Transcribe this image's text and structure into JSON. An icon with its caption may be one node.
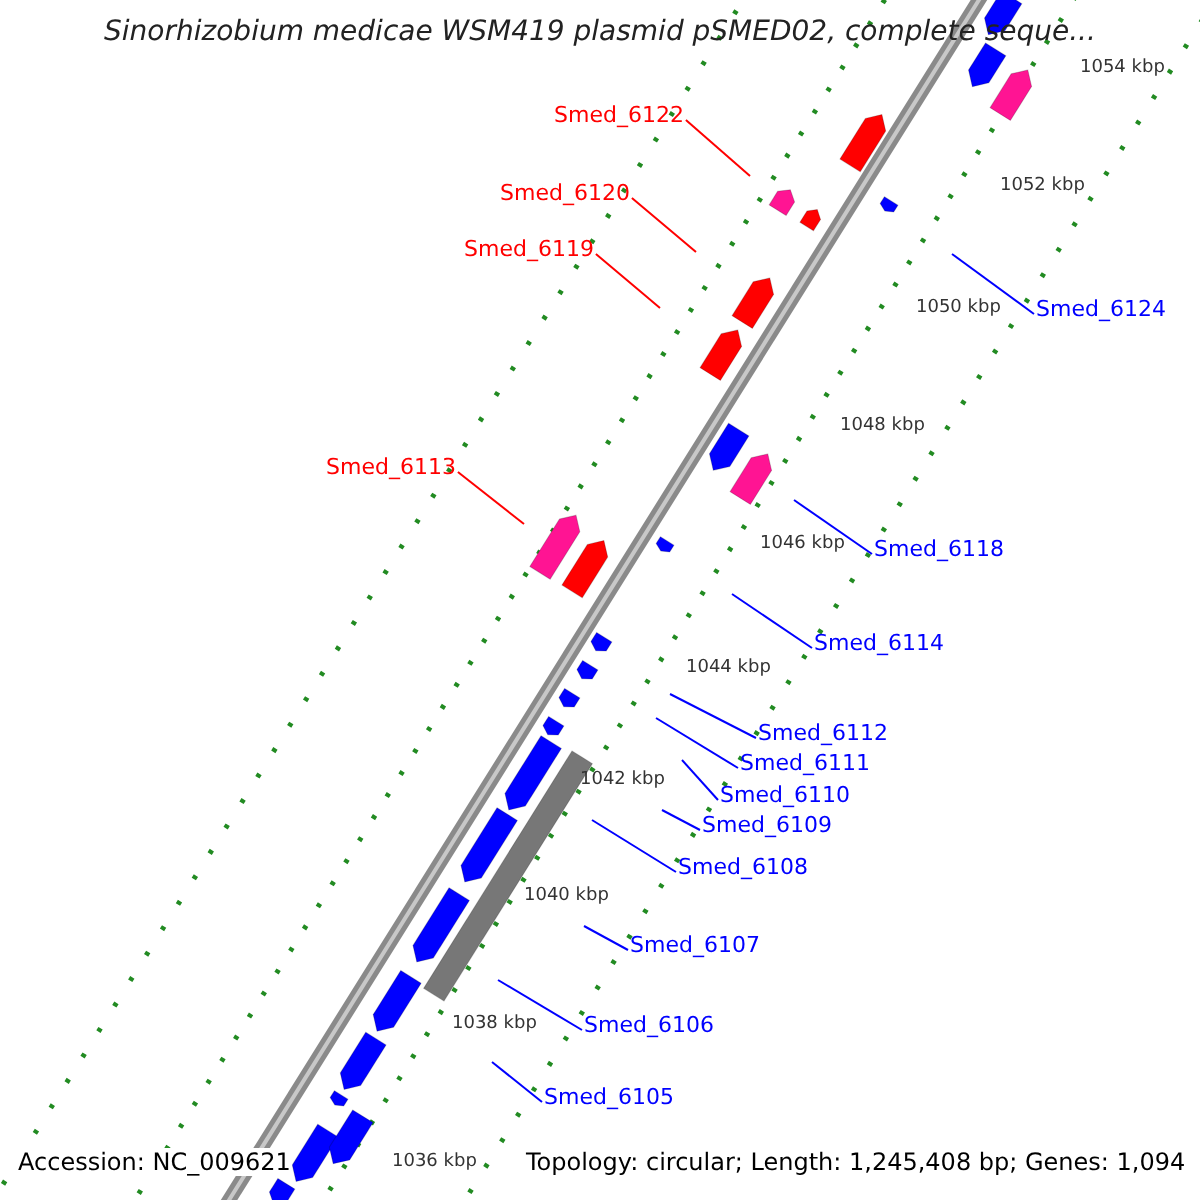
{
  "diagram": {
    "title": "Sinorhizobium medicae WSM419 plasmid pSMED02, complete seque...",
    "nodes": [
      {
        "text": [
          "Smed_6122"
        ]
      },
      {
        "text": [
          "Smed_6120"
        ]
      },
      {
        "text": [
          "Smed_6119"
        ]
      },
      {
        "text": [
          "Smed_6124"
        ]
      },
      {
        "text": [
          "Smed_6113"
        ]
      },
      {
        "text": [
          "Smed_6118"
        ]
      },
      {
        "text": [
          "Smed_6114"
        ]
      },
      {
        "text": [
          "Smed_6112"
        ]
      },
      {
        "text": [
          "Smed_6111"
        ]
      },
      {
        "text": [
          "Smed_6110"
        ]
      },
      {
        "text": [
          "Smed_6109"
        ]
      },
      {
        "text": [
          "Smed_6108"
        ]
      },
      {
        "text": [
          "Smed_6107"
        ]
      },
      {
        "text": [
          "Smed_6106"
        ]
      },
      {
        "text": [
          "Smed_6105"
        ]
      }
    ],
    "edges": [
      {
        "from": 0,
        "to": null,
        "arrow": "none",
        "color": "#ff0000"
      },
      {
        "from": 1,
        "to": null,
        "arrow": "none",
        "color": "#ff0000"
      },
      {
        "from": 2,
        "to": null,
        "arrow": "none",
        "color": "#ff0000"
      },
      {
        "from": 3,
        "to": null,
        "arrow": "none"
      },
      {
        "from": 4,
        "to": null,
        "arrow": "none",
        "color": "#ff0000"
      },
      {
        "from": 5,
        "to": null,
        "arrow": "none"
      },
      {
        "from": 6,
        "to": null,
        "arrow": "none"
      },
      {
        "from": 7,
        "to": null,
        "arrow": "none"
      },
      {
        "from": 8,
        "to": null,
        "arrow": "none"
      },
      {
        "from": 9,
        "to": null,
        "arrow": "none"
      },
      {
        "from": 10,
        "to": null,
        "arrow": "none"
      },
      {
        "from": 11,
        "to": null,
        "arrow": "none"
      },
      {
        "from": 12,
        "to": null,
        "arrow": "none"
      },
      {
        "from": 13,
        "to": null,
        "arrow": "none"
      },
      {
        "from": 14,
        "to": null,
        "arrow": "none"
      }
    ],
    "labels": [
      "1054 kbp",
      "1052 kbp",
      "1050 kbp",
      "1048 kbp",
      "1046 kbp",
      "1044 kbp",
      "1042 kbp",
      "1040 kbp",
      "1038 kbp",
      "1036 kbp",
      "Accession: NC_009621",
      "Topology: circular; Length: 1,245,408 bp; Genes: 1,094"
    ]
  }
}
